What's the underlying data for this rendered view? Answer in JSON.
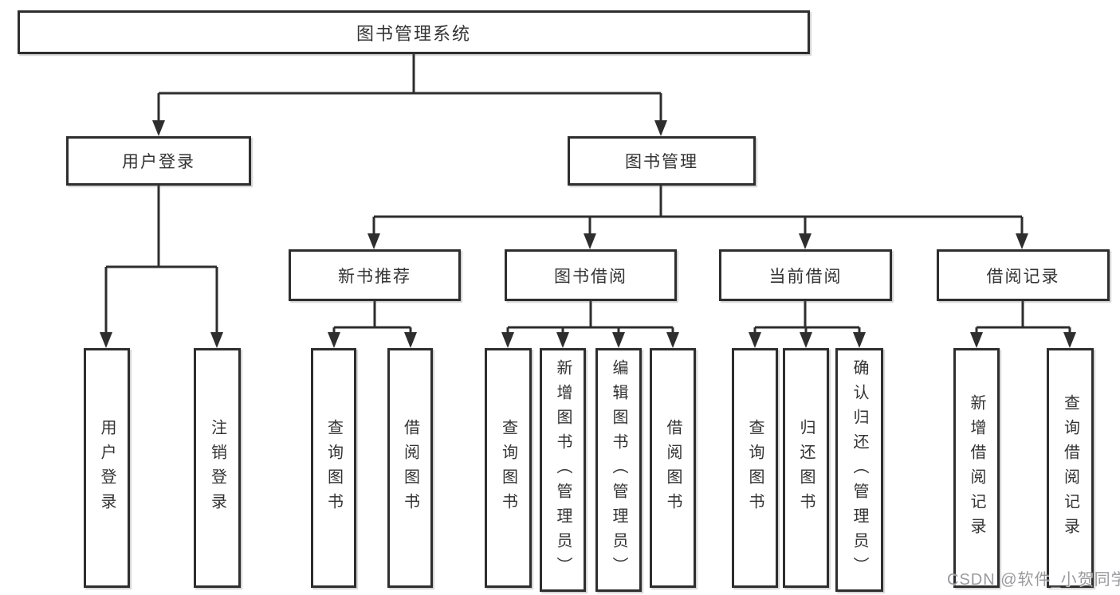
{
  "diagram": {
    "root": {
      "label": "图书管理系统"
    },
    "branches": [
      {
        "label": "用户登录",
        "leaves": [
          {
            "label": "用户登录"
          },
          {
            "label": "注销登录"
          }
        ]
      },
      {
        "label": "图书管理",
        "groups": [
          {
            "label": "新书推荐",
            "leaves": [
              {
                "label": "查询图书"
              },
              {
                "label": "借阅图书"
              }
            ]
          },
          {
            "label": "图书借阅",
            "leaves": [
              {
                "label": "查询图书"
              },
              {
                "label": "新增图书（管理员）"
              },
              {
                "label": "编辑图书（管理员）"
              },
              {
                "label": "借阅图书"
              }
            ]
          },
          {
            "label": "当前借阅",
            "leaves": [
              {
                "label": "查询图书"
              },
              {
                "label": "归还图书"
              },
              {
                "label": "确认归还（管理员）"
              }
            ]
          },
          {
            "label": "借阅记录",
            "leaves": [
              {
                "label": "新增借阅记录"
              },
              {
                "label": "查询借阅记录"
              }
            ]
          }
        ]
      }
    ]
  },
  "watermark": {
    "text": "CSDN @软件_小贺同学"
  },
  "colors": {
    "line": "#2e2e2e",
    "text": "#333333",
    "background": "#ffffff",
    "watermark": "#8c8c91"
  }
}
